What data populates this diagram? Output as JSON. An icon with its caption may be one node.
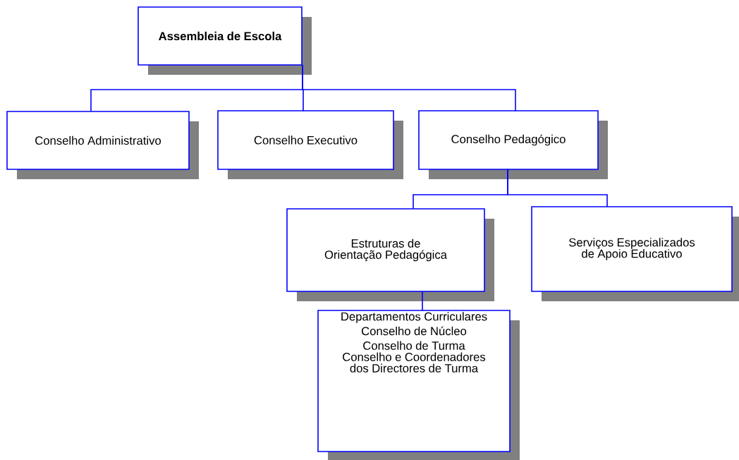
{
  "diagram": {
    "nodes": [
      {
        "text": [
          "Assembleia de Escola"
        ]
      },
      {
        "text": [
          "Conselho Administrativo"
        ]
      },
      {
        "text": [
          "Conselho Executivo"
        ]
      },
      {
        "text": [
          "Conselho Pedagógico"
        ]
      },
      {
        "text": [
          "Estruturas de Orientação Pedagógica"
        ]
      },
      {
        "text": [
          "Serviços Especializados de Apoio Educativo"
        ]
      },
      {
        "text": [
          "Departamentos Curriculares",
          "Conselho de Núcleo",
          "Conselho de Turma",
          "Conselho e Coordenadores dos Directores de Turma"
        ]
      }
    ],
    "edges": [
      {
        "from": 0,
        "to": 1,
        "arrow": "none"
      },
      {
        "from": 0,
        "to": 2,
        "arrow": "none"
      },
      {
        "from": 0,
        "to": 3,
        "arrow": "none"
      },
      {
        "from": 3,
        "to": 4,
        "arrow": "none"
      },
      {
        "from": 3,
        "to": 5,
        "arrow": "none"
      },
      {
        "from": 4,
        "to": 6,
        "arrow": "none"
      }
    ]
  }
}
